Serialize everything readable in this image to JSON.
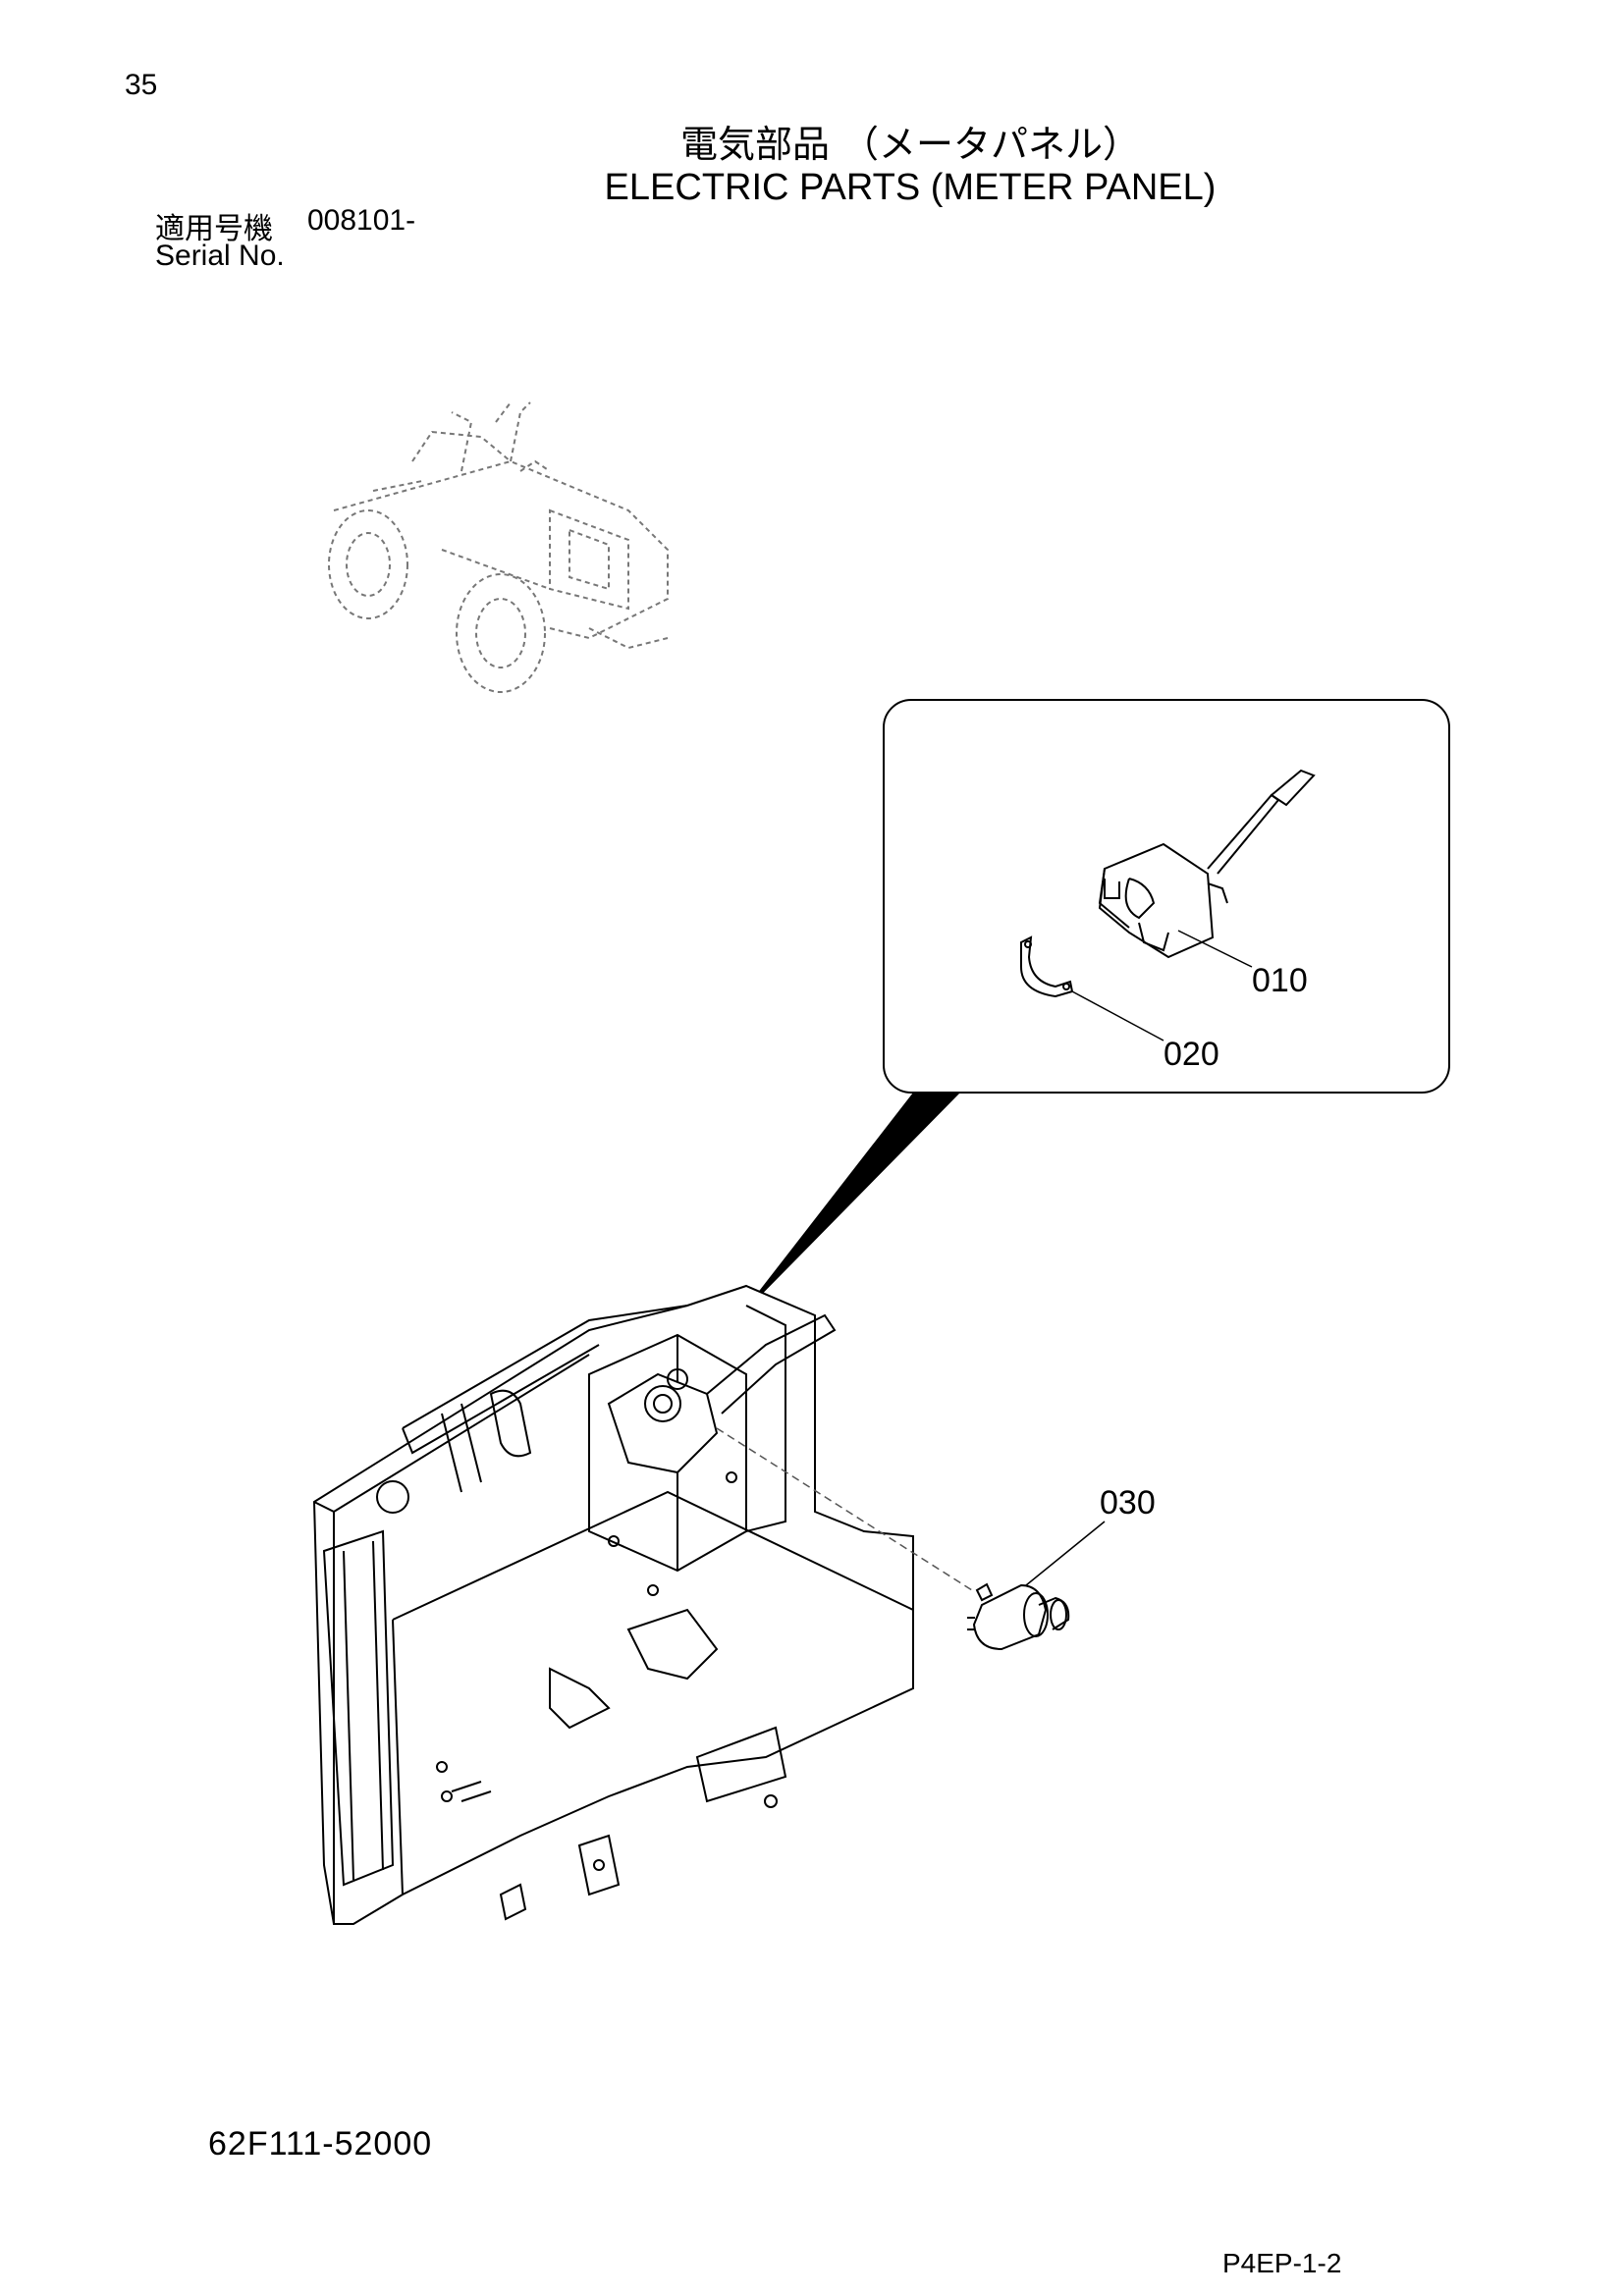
{
  "header": {
    "page_number": "35",
    "title_jp": "電気部品 （メータパネル）",
    "title_en": "ELECTRIC PARTS (METER PANEL)",
    "applicable_label": "適用号機",
    "serial_range": "008101-",
    "serial_label": "Serial No."
  },
  "callouts": [
    {
      "label": "010"
    },
    {
      "label": "020"
    },
    {
      "label": "030"
    }
  ],
  "footer": {
    "drawing_number": "62F111-52000",
    "page_code": "P4EP-1-2"
  }
}
